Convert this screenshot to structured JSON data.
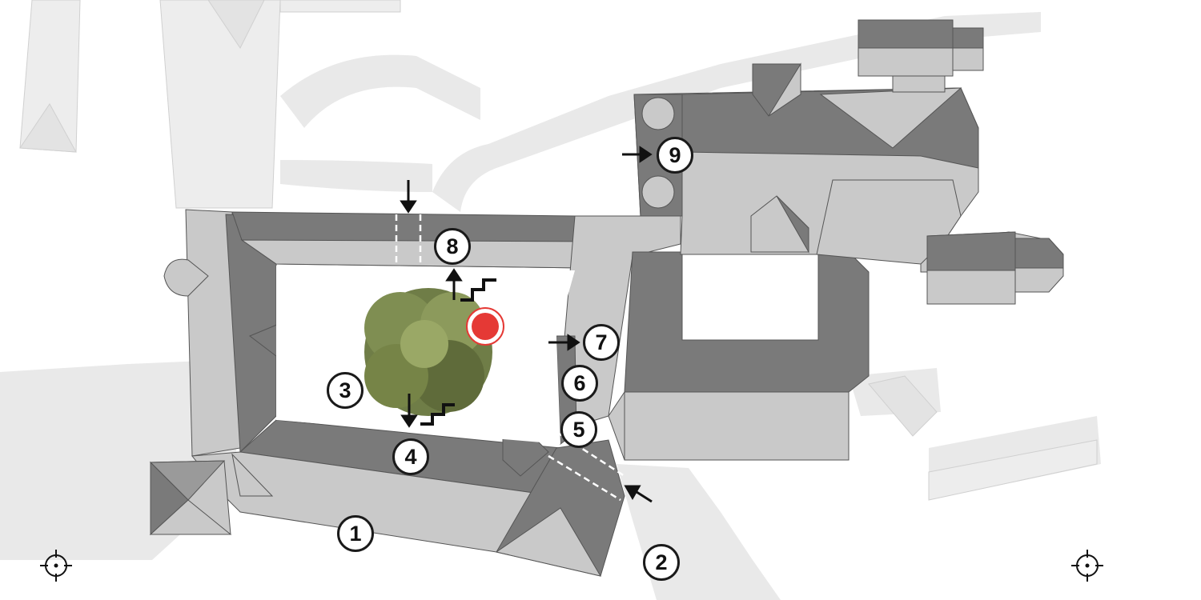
{
  "map": {
    "markers": [
      {
        "id": "1",
        "label": "1"
      },
      {
        "id": "2",
        "label": "2"
      },
      {
        "id": "3",
        "label": "3"
      },
      {
        "id": "4",
        "label": "4"
      },
      {
        "id": "5",
        "label": "5"
      },
      {
        "id": "6",
        "label": "6"
      },
      {
        "id": "7",
        "label": "7"
      },
      {
        "id": "8",
        "label": "8"
      },
      {
        "id": "9",
        "label": "9"
      }
    ],
    "current_location_icon": "red-dot-icon",
    "crosshair_icon": "crosshair-icon",
    "stairs_icon": "stairs-icon",
    "entrance_arrow_icon": "arrow-icon",
    "tree_icon": "tree-icon",
    "colors": {
      "roof_dark": "#7a7a7a",
      "roof_light": "#c9c9c9",
      "faded_building": "#ececec",
      "path": "#e8e8e8",
      "courtyard": "#ffffff",
      "location": "#e53935"
    }
  }
}
